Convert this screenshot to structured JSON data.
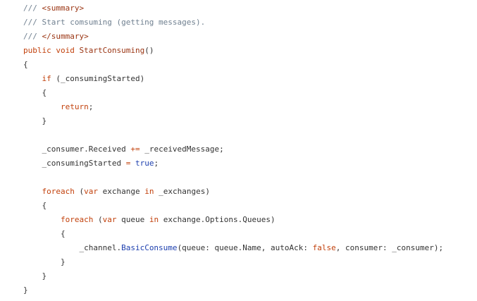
{
  "code": {
    "lines": [
      {
        "tokens": [
          {
            "text": "/// ",
            "kind": "comment"
          },
          {
            "text": "<summary>",
            "kind": "method"
          }
        ]
      },
      {
        "tokens": [
          {
            "text": "/// Start comsuming (getting messages).",
            "kind": "comment"
          }
        ]
      },
      {
        "tokens": [
          {
            "text": "/// ",
            "kind": "comment"
          },
          {
            "text": "</summary>",
            "kind": "method"
          }
        ]
      },
      {
        "tokens": [
          {
            "text": "public",
            "kind": "keyword"
          },
          {
            "text": " ",
            "kind": "plain"
          },
          {
            "text": "void",
            "kind": "keyword"
          },
          {
            "text": " ",
            "kind": "plain"
          },
          {
            "text": "StartConsuming",
            "kind": "method"
          },
          {
            "text": "()",
            "kind": "plain"
          }
        ]
      },
      {
        "tokens": [
          {
            "text": "{",
            "kind": "plain"
          }
        ]
      },
      {
        "tokens": [
          {
            "text": "    ",
            "kind": "plain"
          },
          {
            "text": "if",
            "kind": "keyword"
          },
          {
            "text": " (_consumingStarted)",
            "kind": "plain"
          }
        ]
      },
      {
        "tokens": [
          {
            "text": "    {",
            "kind": "plain"
          }
        ]
      },
      {
        "tokens": [
          {
            "text": "        ",
            "kind": "plain"
          },
          {
            "text": "return",
            "kind": "keyword"
          },
          {
            "text": ";",
            "kind": "plain"
          }
        ]
      },
      {
        "tokens": [
          {
            "text": "    }",
            "kind": "plain"
          }
        ]
      },
      {
        "tokens": [
          {
            "text": "",
            "kind": "plain"
          }
        ]
      },
      {
        "tokens": [
          {
            "text": "    _consumer.Received ",
            "kind": "plain"
          },
          {
            "text": "+=",
            "kind": "operator"
          },
          {
            "text": " _receivedMessage;",
            "kind": "plain"
          }
        ]
      },
      {
        "tokens": [
          {
            "text": "    _consumingStarted ",
            "kind": "plain"
          },
          {
            "text": "=",
            "kind": "operator"
          },
          {
            "text": " ",
            "kind": "plain"
          },
          {
            "text": "true",
            "kind": "type"
          },
          {
            "text": ";",
            "kind": "plain"
          }
        ]
      },
      {
        "tokens": [
          {
            "text": "",
            "kind": "plain"
          }
        ]
      },
      {
        "tokens": [
          {
            "text": "    ",
            "kind": "plain"
          },
          {
            "text": "foreach",
            "kind": "keyword"
          },
          {
            "text": " (",
            "kind": "plain"
          },
          {
            "text": "var",
            "kind": "keyword"
          },
          {
            "text": " exchange ",
            "kind": "plain"
          },
          {
            "text": "in",
            "kind": "keyword"
          },
          {
            "text": " _exchanges)",
            "kind": "plain"
          }
        ]
      },
      {
        "tokens": [
          {
            "text": "    {",
            "kind": "plain"
          }
        ]
      },
      {
        "tokens": [
          {
            "text": "        ",
            "kind": "plain"
          },
          {
            "text": "foreach",
            "kind": "keyword"
          },
          {
            "text": " (",
            "kind": "plain"
          },
          {
            "text": "var",
            "kind": "keyword"
          },
          {
            "text": " queue ",
            "kind": "plain"
          },
          {
            "text": "in",
            "kind": "keyword"
          },
          {
            "text": " exchange.Options.Queues)",
            "kind": "plain"
          }
        ]
      },
      {
        "tokens": [
          {
            "text": "        {",
            "kind": "plain"
          }
        ]
      },
      {
        "tokens": [
          {
            "text": "            _channel.",
            "kind": "plain"
          },
          {
            "text": "BasicConsume",
            "kind": "type"
          },
          {
            "text": "(queue: queue.Name, autoAck: ",
            "kind": "plain"
          },
          {
            "text": "false",
            "kind": "keyword"
          },
          {
            "text": ", consumer: _consumer);",
            "kind": "plain"
          }
        ]
      },
      {
        "tokens": [
          {
            "text": "        }",
            "kind": "plain"
          }
        ]
      },
      {
        "tokens": [
          {
            "text": "    }",
            "kind": "plain"
          }
        ]
      },
      {
        "tokens": [
          {
            "text": "}",
            "kind": "plain"
          }
        ]
      }
    ]
  }
}
